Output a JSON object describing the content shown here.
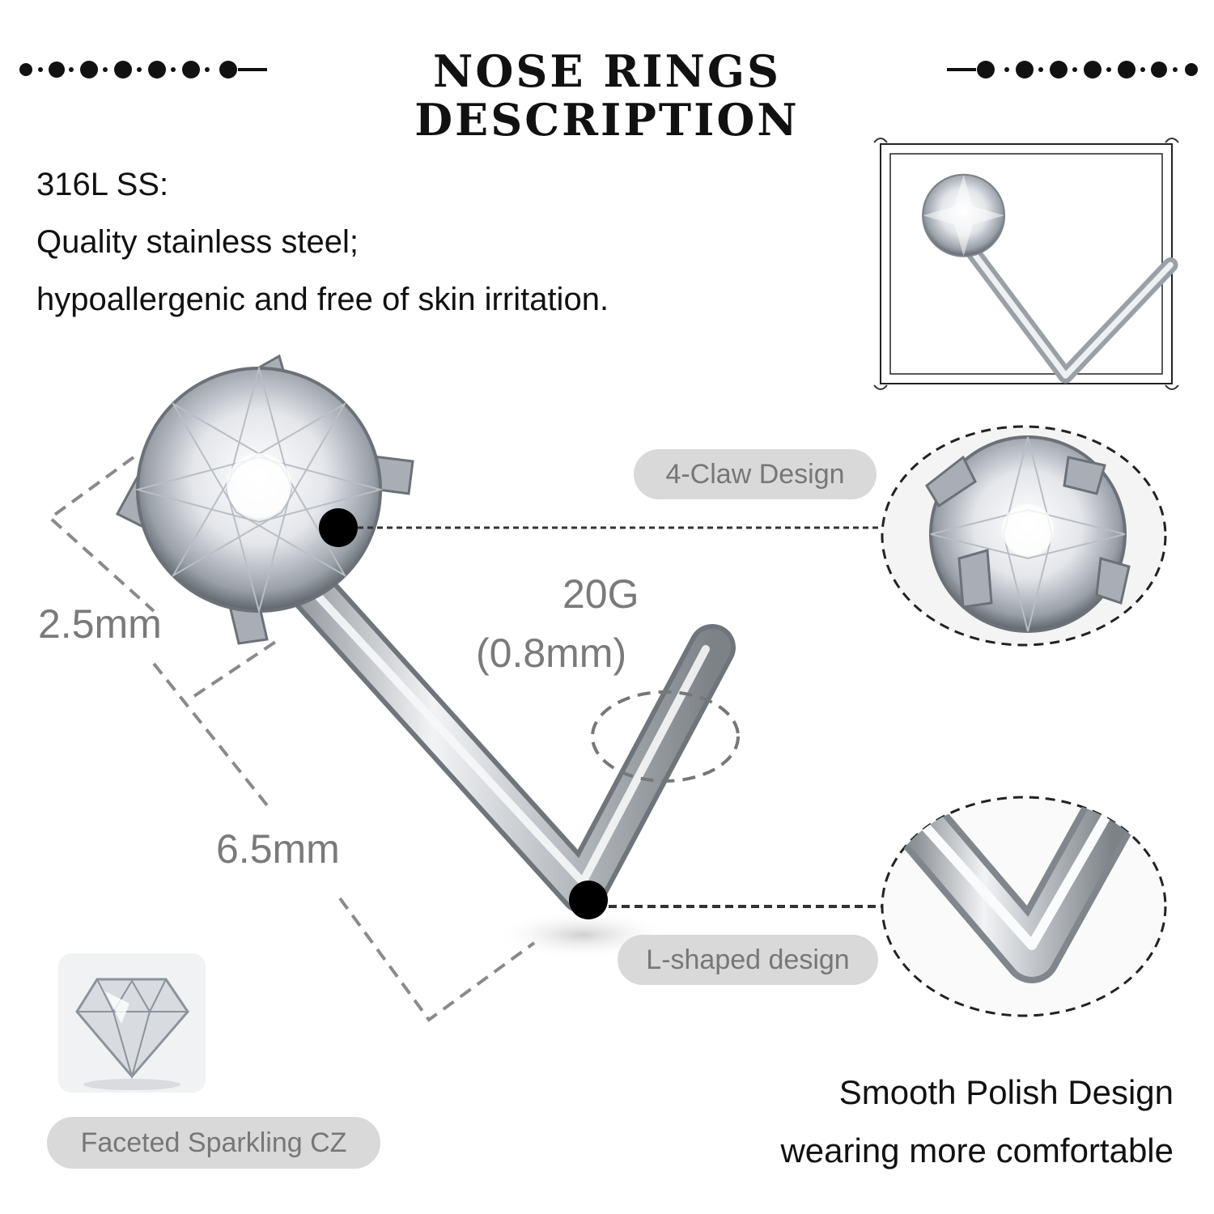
{
  "header": {
    "title": "NOSE RINGS DESCRIPTION"
  },
  "material": {
    "line1": "316L SS:",
    "line2": "Quality stainless steel;",
    "line3": "hypoallergenic and free of skin irritation."
  },
  "dimensions": {
    "width": "2.5mm",
    "length": "6.5mm",
    "gauge": "20G",
    "gauge_mm": "(0.8mm)"
  },
  "labels": {
    "claw": "4-Claw Design",
    "lshape": "L-shaped design",
    "cz": "Faceted Sparkling CZ"
  },
  "smooth": {
    "line1": "Smooth Polish Design",
    "line2": "wearing more comfortable"
  },
  "colors": {
    "text": "#111111",
    "dimension_text": "#7a7a7a",
    "pill_bg": "#d9d9d9",
    "pill_text": "#777777",
    "steel": "#c8ccd0"
  },
  "icons": [
    "gem-icon",
    "nose-ring-icon",
    "claw-detail-icon",
    "l-bend-detail-icon"
  ]
}
